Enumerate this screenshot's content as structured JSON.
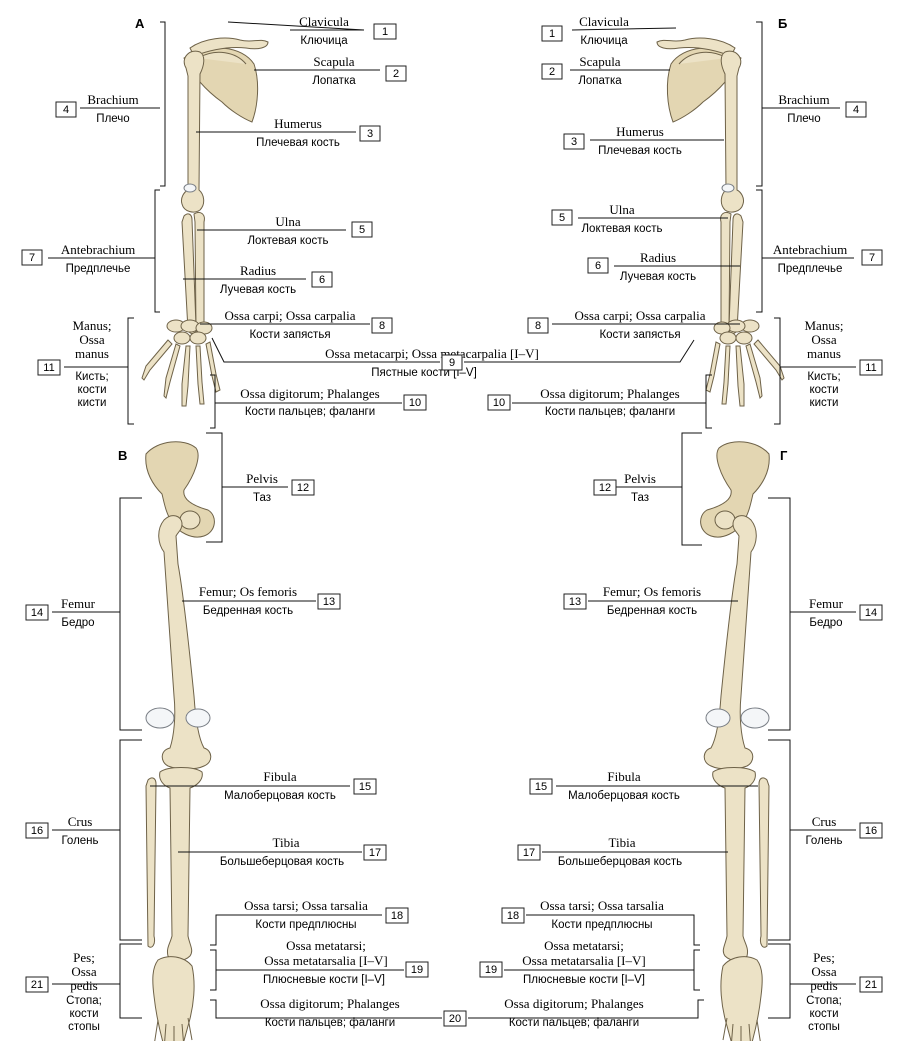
{
  "panels": {
    "a": "А",
    "b": "Б",
    "v": "В",
    "g": "Г"
  },
  "labels": [
    {
      "num": "1",
      "lat": "Clavicula",
      "rus": "Ключица"
    },
    {
      "num": "2",
      "lat": "Scapula",
      "rus": "Лопатка"
    },
    {
      "num": "3",
      "lat": "Humerus",
      "rus": "Плечевая кость"
    },
    {
      "num": "4",
      "lat": "Brachium",
      "rus": "Плечо"
    },
    {
      "num": "5",
      "lat": "Ulna",
      "rus": "Локтевая кость"
    },
    {
      "num": "6",
      "lat": "Radius",
      "rus": "Лучевая кость"
    },
    {
      "num": "7",
      "lat": "Antebrachium",
      "rus": "Предплечье"
    },
    {
      "num": "8",
      "lat": "Ossa carpi; Ossa carpalia",
      "rus": "Кости запястья"
    },
    {
      "num": "9",
      "lat": "Ossa metacarpi; Ossa metacarpalia [I–V]",
      "rus": "Пястные кости [I–V]"
    },
    {
      "num": "10",
      "lat": "Ossa digitorum; Phalanges",
      "rus": "Кости пальцев; фаланги"
    },
    {
      "num": "11",
      "lat": [
        "Manus;",
        "Ossa",
        "manus"
      ],
      "rus": [
        "Кисть;",
        "кости",
        "кисти"
      ]
    },
    {
      "num": "12",
      "lat": "Pelvis",
      "rus": "Таз"
    },
    {
      "num": "13",
      "lat": "Femur; Os femoris",
      "rus": "Бедренная кость"
    },
    {
      "num": "14",
      "lat": "Femur",
      "rus": "Бедро"
    },
    {
      "num": "15",
      "lat": "Fibula",
      "rus": "Малоберцовая кость"
    },
    {
      "num": "16",
      "lat": "Crus",
      "rus": "Голень"
    },
    {
      "num": "17",
      "lat": "Tibia",
      "rus": "Большеберцовая кость"
    },
    {
      "num": "18",
      "lat": "Ossa tarsi; Ossa tarsalia",
      "rus": "Кости предплюсны"
    },
    {
      "num": "19",
      "lat": [
        "Ossa metatarsi;",
        "Ossa metatarsalia [I–V]"
      ],
      "rus": "Плюсневые кости [I–V]"
    },
    {
      "num": "20",
      "lat": "Ossa digitorum; Phalanges",
      "rus": "Кости пальцев; фаланги"
    },
    {
      "num": "21",
      "lat": [
        "Pes;",
        "Ossa",
        "pedis"
      ],
      "rus": [
        "Стопа;",
        "кости",
        "стопы"
      ]
    }
  ]
}
